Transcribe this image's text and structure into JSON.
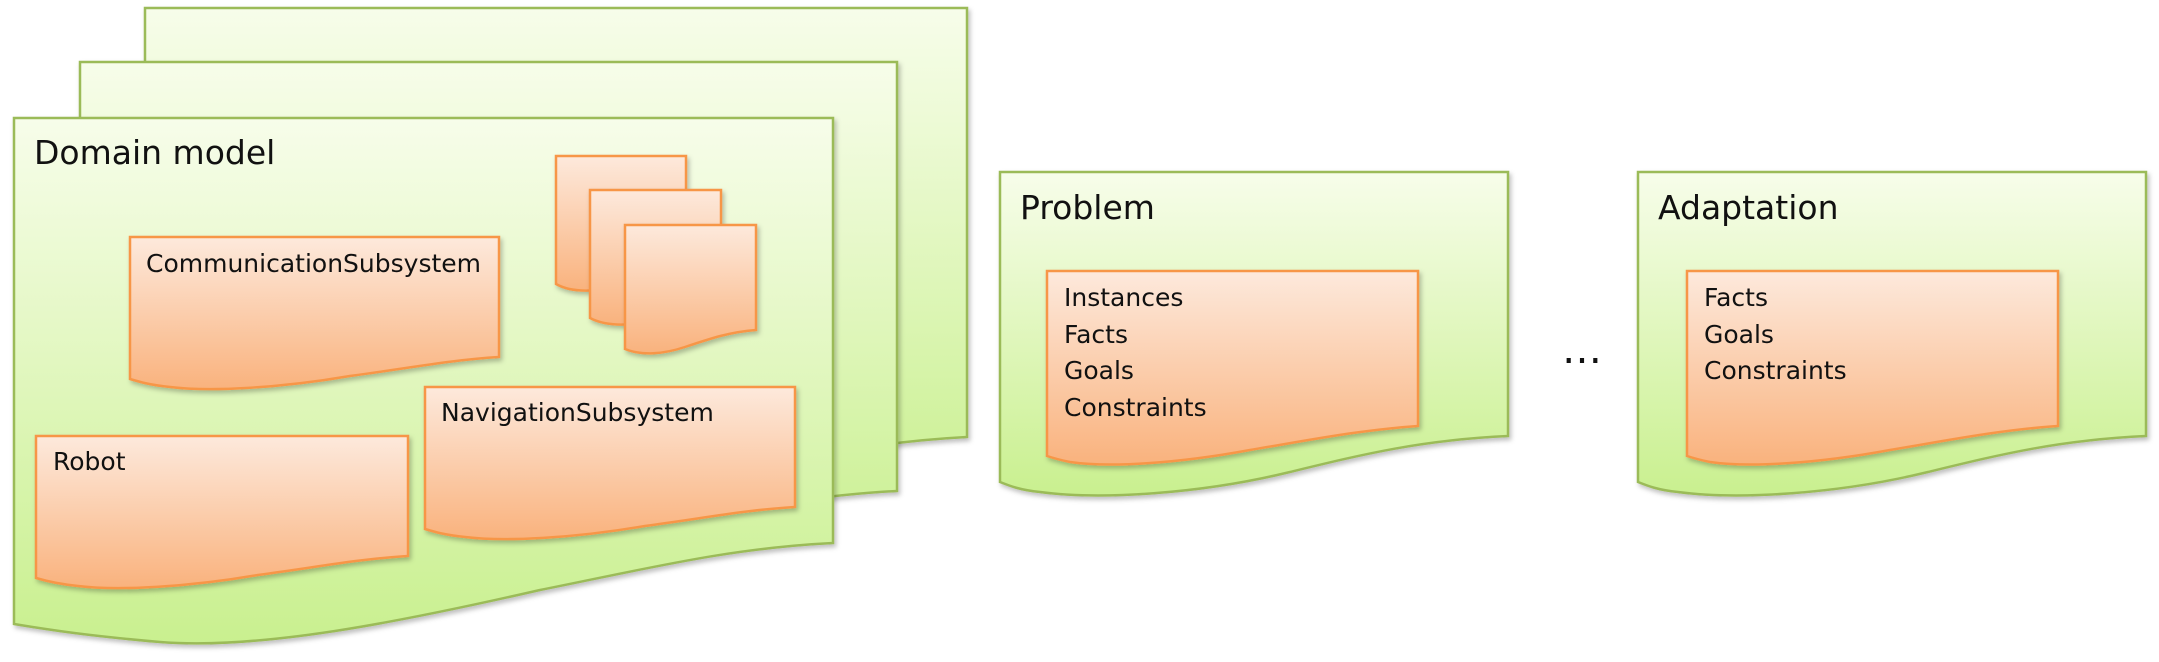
{
  "domain_model": {
    "title": "Domain model",
    "components": {
      "communication": "CommunicationSubsystem",
      "navigation": "NavigationSubsystem",
      "robot": "Robot"
    }
  },
  "problem": {
    "title": "Problem",
    "items": [
      "Instances",
      "Facts",
      "Goals",
      "Constraints"
    ]
  },
  "ellipsis": "…",
  "adaptation": {
    "title": "Adaptation",
    "items": [
      "Facts",
      "Goals",
      "Constraints"
    ]
  },
  "colors": {
    "green_fill_top": "#f7fdea",
    "green_fill_bottom": "#c9f08f",
    "green_stroke": "#9bbb59",
    "orange_fill_top": "#fde9dc",
    "orange_fill_bottom": "#f9b27d",
    "orange_stroke": "#f79646"
  }
}
